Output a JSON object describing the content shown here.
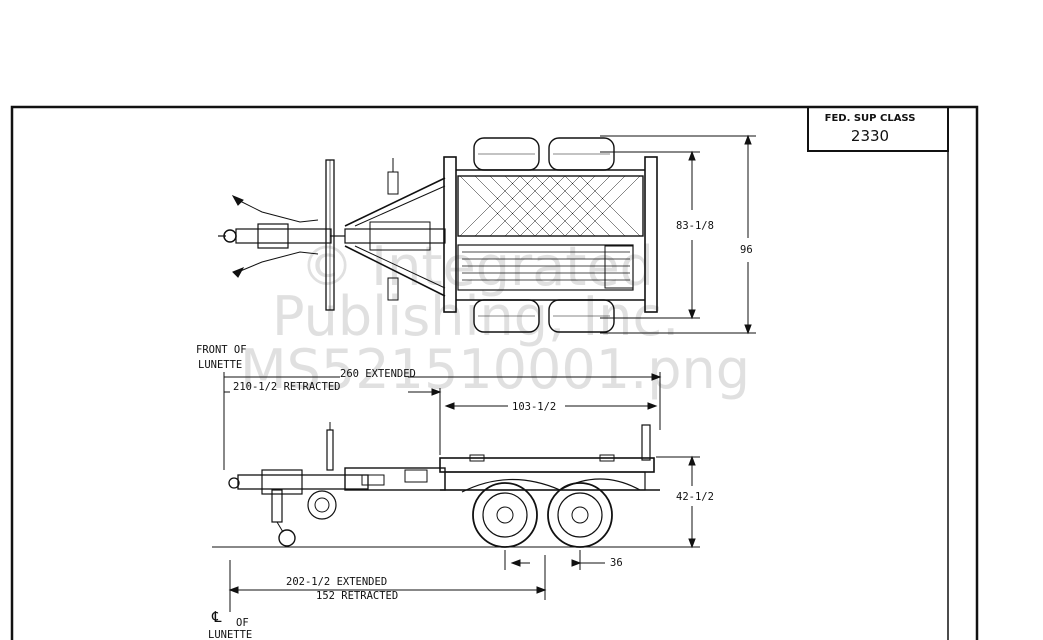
{
  "title_block": {
    "label": "FED. SUP CLASS",
    "value": "2330"
  },
  "dimensions": {
    "height_overall": "96",
    "width_tires": "83-1/8",
    "length_extended_line1": "260 EXTENDED",
    "length_retracted_line1": "210-1/2 RETRACTED",
    "bed_length": "103-1/2",
    "bed_height": "42-1/2",
    "axle_spacing": "36",
    "to_axle_extended": "202-1/2 EXTENDED",
    "to_axle_retracted": "152 RETRACTED"
  },
  "notes": {
    "front_of_lunette_1": "FRONT OF",
    "front_of_lunette_2": "LUNETTE",
    "cl_symbol": "℄",
    "cl_of": "OF",
    "cl_lunette": "LUNETTE"
  },
  "watermark": {
    "line1": "© Integrated",
    "line2": "Publishing, Inc.",
    "line3": "MS521510001.png"
  }
}
